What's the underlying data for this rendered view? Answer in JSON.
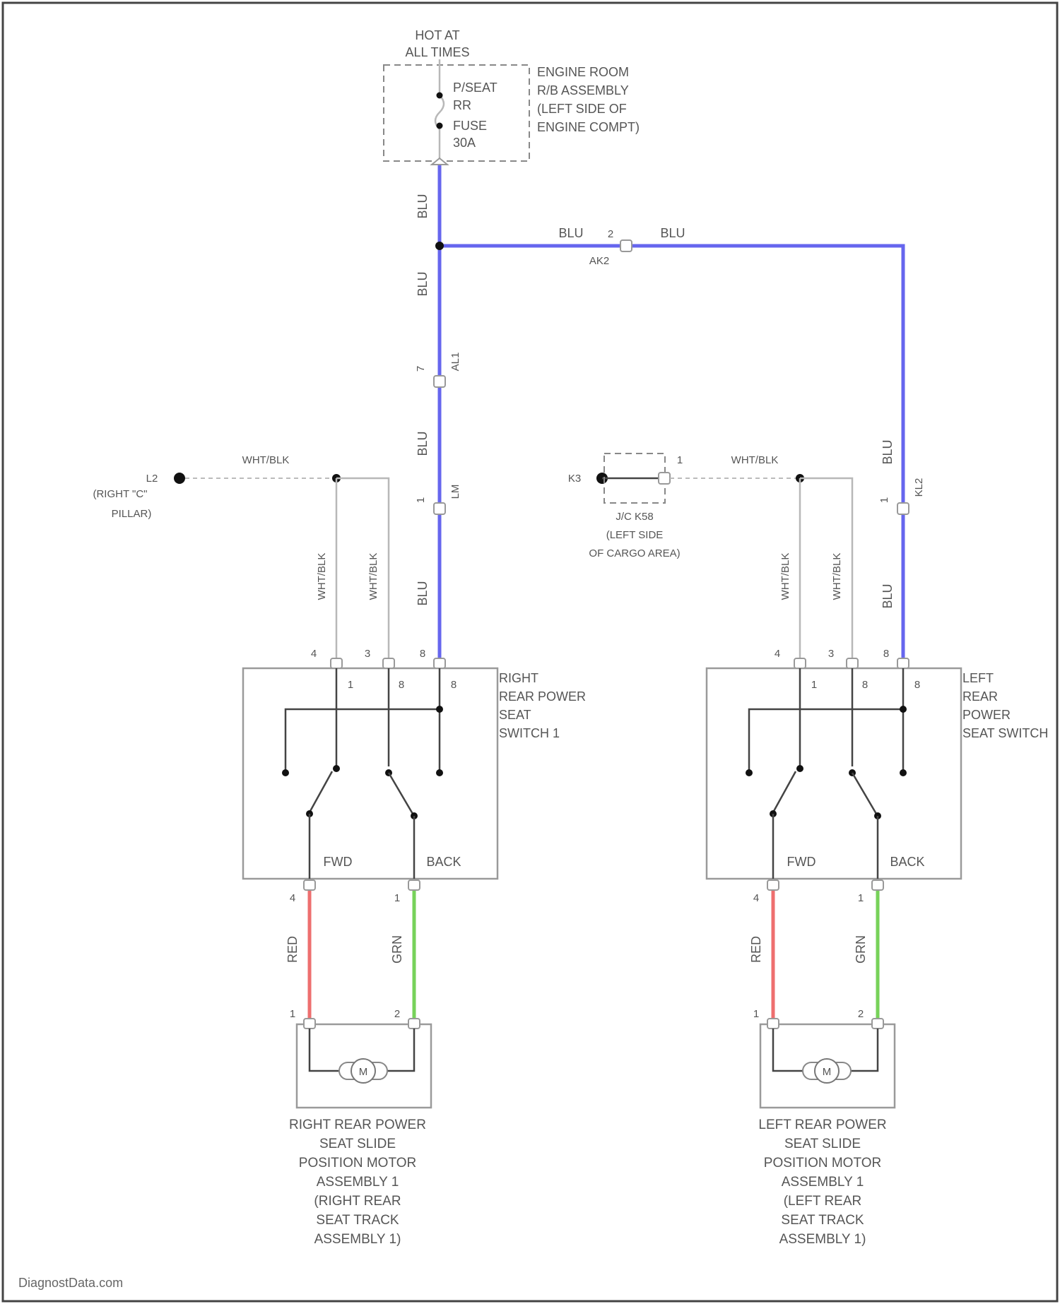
{
  "power": {
    "hot_line1": "HOT AT",
    "hot_line2": "ALL TIMES",
    "fuse1_line1": "P/SEAT",
    "fuse1_line2": "RR",
    "fuse2_line1": "FUSE",
    "fuse2_line2": "30A",
    "relay_box": [
      "ENGINE ROOM",
      "R/B ASSEMBLY",
      "(LEFT SIDE OF",
      "ENGINE COMPT)"
    ]
  },
  "wires": {
    "blu": "BLU",
    "whtblk": "WHT/BLK",
    "red": "RED",
    "grn": "GRN",
    "ak2": "AK2",
    "ak2_pin": "2",
    "al1": "AL1",
    "al1_pin": "7",
    "lm": "LM",
    "lm_pin": "1",
    "kl2": "KL2",
    "kl2_pin": "1"
  },
  "grounds": {
    "right_id": "L2",
    "right_location": [
      "(RIGHT \"C\"",
      "PILLAR)"
    ],
    "left_id": "K3",
    "jc_label": [
      "J/C K58",
      "(LEFT SIDE",
      "OF CARGO AREA)"
    ],
    "jc_pin": "1"
  },
  "right_switch": {
    "title": [
      "RIGHT",
      "REAR POWER",
      "SEAT",
      "SWITCH 1"
    ],
    "pins_top": [
      "1",
      "8",
      "8"
    ],
    "ext_pins": [
      "4",
      "3",
      "8"
    ],
    "fwd": "FWD",
    "back": "BACK",
    "out_pins": [
      "4",
      "1"
    ]
  },
  "left_switch": {
    "title": [
      "LEFT",
      "REAR",
      "POWER",
      "SEAT SWITCH"
    ],
    "pins_top": [
      "1",
      "8",
      "8"
    ],
    "ext_pins": [
      "4",
      "3",
      "8"
    ],
    "fwd": "FWD",
    "back": "BACK",
    "out_pins": [
      "4",
      "1"
    ]
  },
  "right_motor": {
    "symbol": "M",
    "pins": [
      "1",
      "2"
    ],
    "label": [
      "RIGHT REAR POWER",
      "SEAT SLIDE",
      "POSITION MOTOR",
      "ASSEMBLY 1",
      "(RIGHT REAR",
      "SEAT TRACK",
      "ASSEMBLY 1)"
    ]
  },
  "left_motor": {
    "symbol": "M",
    "pins": [
      "1",
      "2"
    ],
    "label": [
      "LEFT REAR POWER",
      "SEAT SLIDE",
      "POSITION MOTOR",
      "ASSEMBLY 1",
      "(LEFT REAR",
      "SEAT TRACK",
      "ASSEMBLY 1)"
    ]
  },
  "watermark": "DiagnostData.com",
  "colors": {
    "blu": "#6666ee",
    "red": "#ee6f6f",
    "grn": "#77d25a",
    "neutral_wire": "#b8b8b8"
  }
}
